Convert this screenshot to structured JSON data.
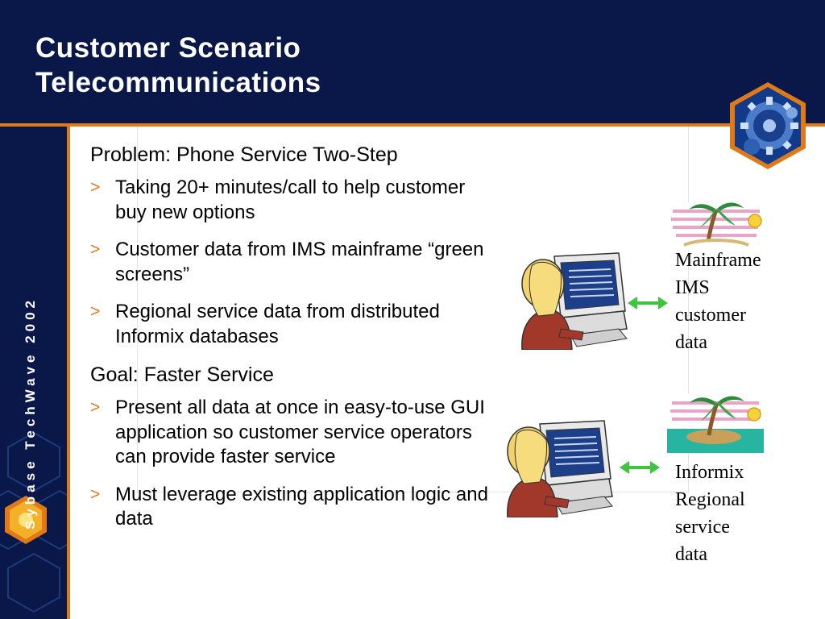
{
  "slide": {
    "title_line1": "Customer Scenario",
    "title_line2": "Telecommunications",
    "sidebar_text": "Sybase TechWave 2002"
  },
  "content": {
    "problem_heading": "Problem:  Phone Service Two-Step",
    "problem_bullets": [
      "Taking 20+ minutes/call to help customer buy new options",
      "Customer data from IMS mainframe “green screens”",
      "Regional service data from distributed Informix databases"
    ],
    "goal_heading": "Goal:  Faster Service",
    "goal_bullets": [
      "Present all data at once in easy-to-use GUI application so customer service operators can provide faster service",
      "Must leverage existing application logic and data"
    ],
    "bullet_glyph": ">"
  },
  "illustration": {
    "caption_mainframe": [
      "Mainframe",
      "IMS",
      "customer",
      "data"
    ],
    "caption_informix": [
      "Informix",
      "Regional",
      "service",
      "data"
    ]
  },
  "colors": {
    "navy": "#0a1749",
    "orange": "#e07a18",
    "arrow_green": "#3ec43e"
  }
}
